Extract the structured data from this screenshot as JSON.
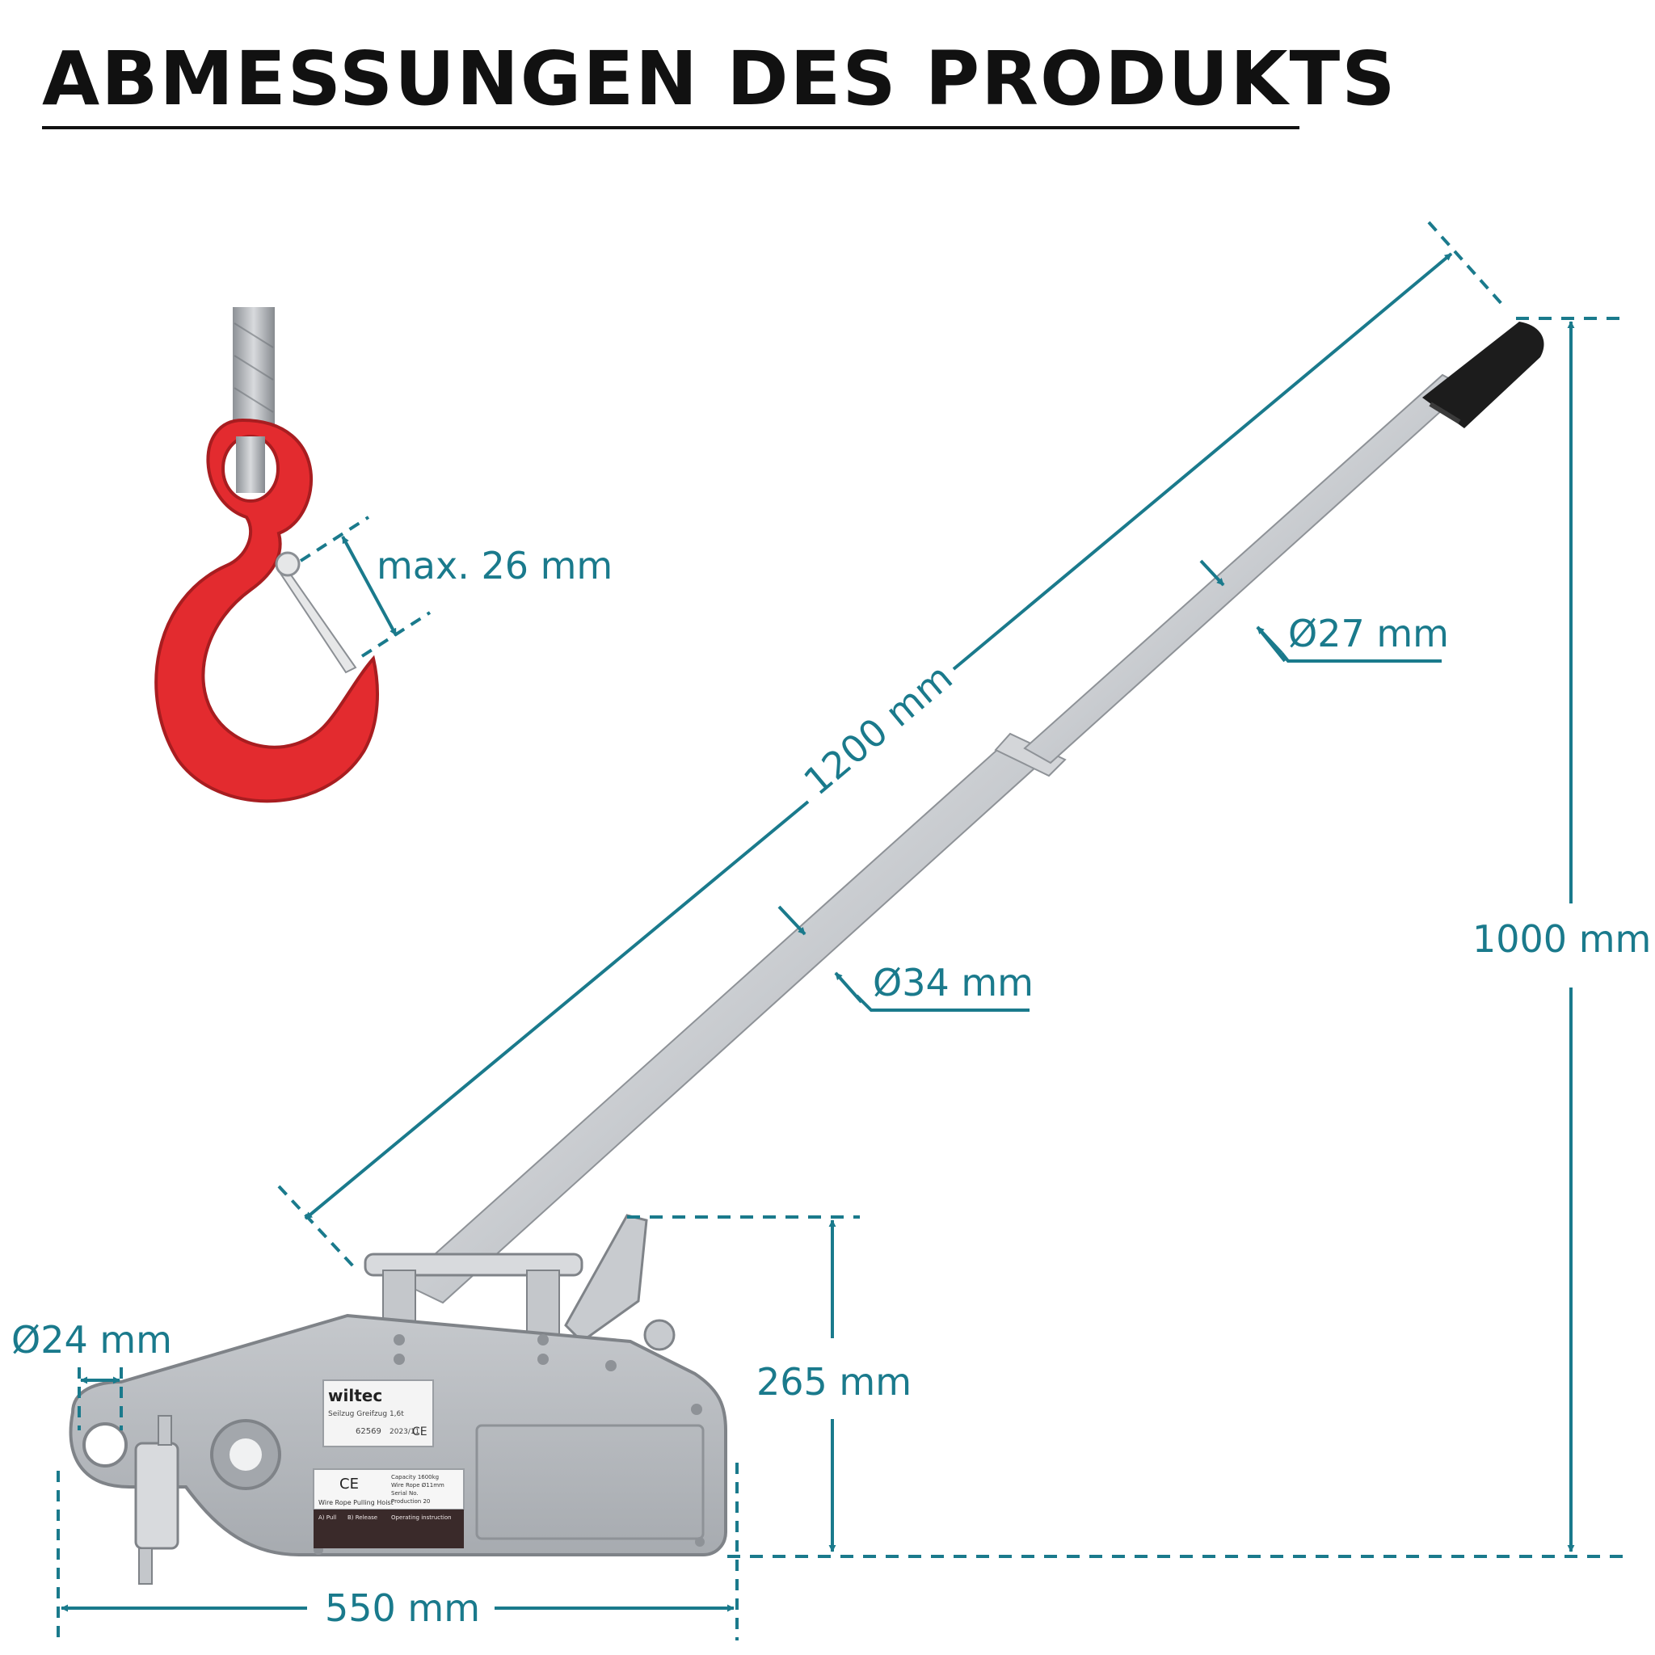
{
  "header": {
    "title": "ABMESSUNGEN DES PRODUKTS"
  },
  "colors": {
    "dimension": "#1a7a8c",
    "hook": "#e32b2f",
    "metal": "#b9bcc0",
    "grip": "#1c1c1c",
    "title": "#111111"
  },
  "dimensions": {
    "hook_opening": "max. 26 mm",
    "handle_length": "1200 mm",
    "handle_diameter_upper": "Ø27 mm",
    "handle_diameter_lower": "Ø34 mm",
    "total_height": "1000 mm",
    "body_height": "265 mm",
    "pin_diameter": "Ø24 mm",
    "body_length": "550 mm"
  },
  "product_label": {
    "brand": "wiltec",
    "model": "Seilzug Greifzug 1,6t",
    "article_no": "62569",
    "date": "2023/11",
    "ce_mark": "CE",
    "plate_title": "Wire Rope Pulling Hoist",
    "plate_lines": [
      "Capacity 1600kg",
      "Wire Rope Ø11mm",
      "Serial No.",
      "Production 20"
    ],
    "instructions_header": "Operating instruction",
    "instructions_a": "A) Pull",
    "instructions_b": "B) Release"
  }
}
